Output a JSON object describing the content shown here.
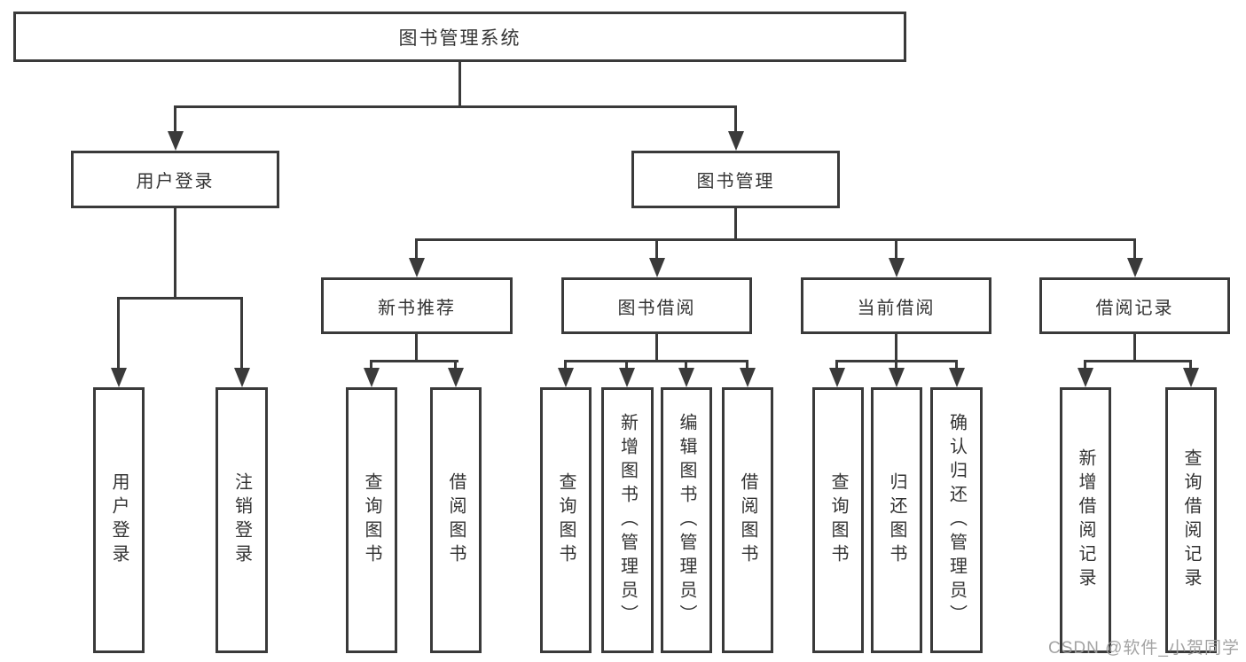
{
  "tree": {
    "label": "图书管理系统",
    "children": [
      {
        "label": "用户登录",
        "children": [
          {
            "label": "用户登录"
          },
          {
            "label": "注销登录"
          }
        ]
      },
      {
        "label": "图书管理",
        "children": [
          {
            "label": "新书推荐",
            "children": [
              {
                "label": "查询图书"
              },
              {
                "label": "借阅图书"
              }
            ]
          },
          {
            "label": "图书借阅",
            "children": [
              {
                "label": "查询图书"
              },
              {
                "label": "新增图书（管理员）"
              },
              {
                "label": "编辑图书（管理员）"
              },
              {
                "label": "借阅图书"
              }
            ]
          },
          {
            "label": "当前借阅",
            "children": [
              {
                "label": "查询图书"
              },
              {
                "label": "归还图书"
              },
              {
                "label": "确认归还（管理员）"
              }
            ]
          },
          {
            "label": "借阅记录",
            "children": [
              {
                "label": "新增借阅记录"
              },
              {
                "label": "查询借阅记录"
              }
            ]
          }
        ]
      }
    ]
  },
  "watermark": "CSDN @软件_小贺同学",
  "colors": {
    "line": "#3a3a3a",
    "text": "#333333",
    "watermark": "#9c9c9c",
    "background": "#ffffff"
  }
}
